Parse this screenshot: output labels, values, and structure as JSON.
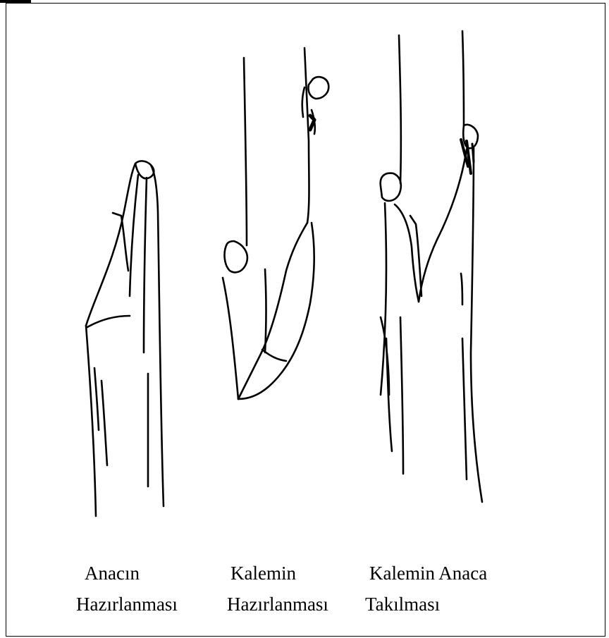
{
  "figure": {
    "panels": [
      {
        "id": "rootstock",
        "line1": "Anacın",
        "line2": "Hazırlanması"
      },
      {
        "id": "scion",
        "line1": "Kalemin",
        "line2": "Hazırlanması"
      },
      {
        "id": "grafting",
        "line1": "Kalemin Anaca",
        "line2": "Takılması"
      }
    ],
    "ink_color": "#000000",
    "paper_color": "#ffffff"
  }
}
